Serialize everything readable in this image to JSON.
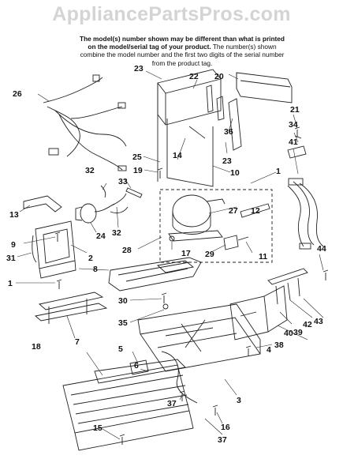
{
  "watermark": "AppliancePartsPros.com",
  "notice": {
    "bold": "The model(s) number shown may be different than what is printed on the model/serial tag of your product.",
    "rest": " The number(s) shown combine the model number and the first two digits of the serial number from the product tag."
  },
  "callouts": {
    "c1a": "1",
    "c1b": "1",
    "c2": "2",
    "c3": "3",
    "c4": "4",
    "c5": "5",
    "c6": "6",
    "c7": "7",
    "c8": "8",
    "c9": "9",
    "c10": "10",
    "c11": "11",
    "c12": "12",
    "c13": "13",
    "c14": "14",
    "c15": "15",
    "c16": "16",
    "c17": "17",
    "c18": "18",
    "c19": "19",
    "c20": "20",
    "c21": "21",
    "c22": "22",
    "c23a": "23",
    "c23b": "23",
    "c24": "24",
    "c25": "25",
    "c26": "26",
    "c27": "27",
    "c28": "28",
    "c29": "29",
    "c30": "30",
    "c31": "31",
    "c32a": "32",
    "c32b": "32",
    "c33": "33",
    "c34": "34",
    "c35": "35",
    "c36": "36",
    "c37a": "37",
    "c37b": "37",
    "c38": "38",
    "c39": "39",
    "c40": "40",
    "c41": "41",
    "c42": "42",
    "c43": "43",
    "c44": "44"
  }
}
